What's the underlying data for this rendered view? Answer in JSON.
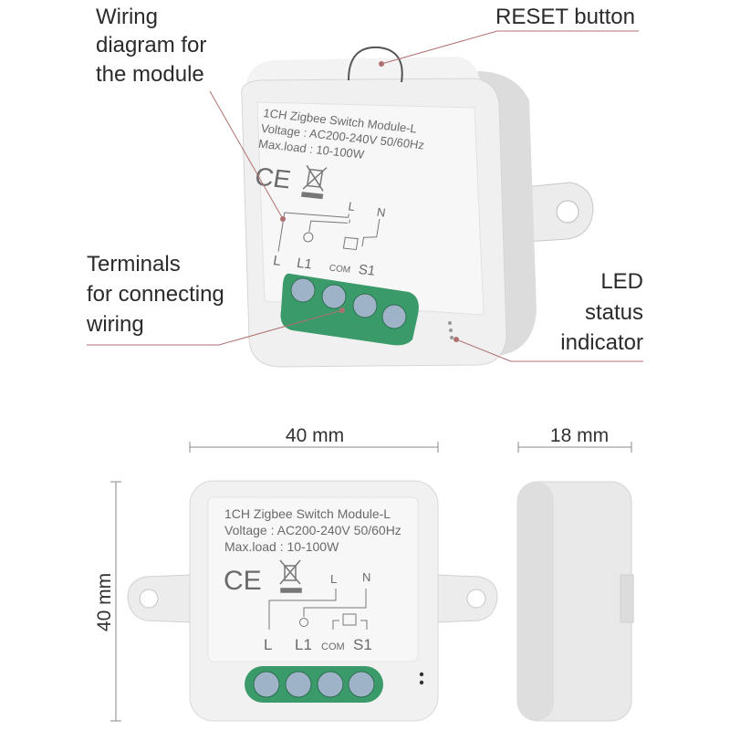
{
  "callouts": {
    "wiring": [
      "Wiring",
      "diagram for",
      "the module"
    ],
    "reset": "RESET button",
    "terminals": [
      "Terminals",
      "for connecting",
      "wiring"
    ],
    "led": [
      "LED",
      "status",
      "indicator"
    ]
  },
  "module_label": {
    "line1": "1CH Zigbee Switch Module-L",
    "line2": "Voltage : AC200-240V 50/60Hz",
    "line3": "Max.load : 10-100W",
    "ce_mark": "CE",
    "terminal_L_top": "L",
    "terminal_N_top": "N",
    "terminal_L": "L",
    "terminal_L1": "L1",
    "terminal_COM": "COM",
    "terminal_S1": "S1"
  },
  "dimensions": {
    "width": "40 mm",
    "depth": "18 mm",
    "height": "40 mm"
  },
  "colors": {
    "terminal_green": "#3a9a6a",
    "callout_line": "#b07070",
    "body": "#efefef"
  }
}
